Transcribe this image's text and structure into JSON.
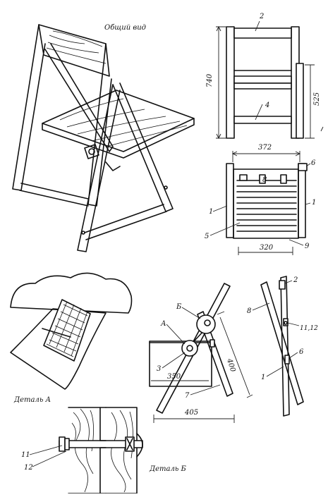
{
  "labels": {
    "general_view": "Общий вид",
    "detail_a": "Деталь А",
    "detail_b": "Деталь Б",
    "marker_a": "А",
    "marker_b": "Б"
  },
  "dimensions": {
    "height_total": "740",
    "height_seat": "525",
    "width_top": "372",
    "width_bottom": "320",
    "side_350": "350",
    "side_405": "405",
    "side_400": "400"
  },
  "parts": {
    "p1a": "1",
    "p1b": "1",
    "p1c": "1",
    "p2a": "2",
    "p2b": "2",
    "p3": "3",
    "p4": "4",
    "p5": "5",
    "p6a": "6",
    "p6b": "6",
    "p7": "7",
    "p8a": "8",
    "p8b": "8",
    "p9": "9",
    "p11": "11",
    "p12": "12",
    "p1112": "11,12"
  }
}
